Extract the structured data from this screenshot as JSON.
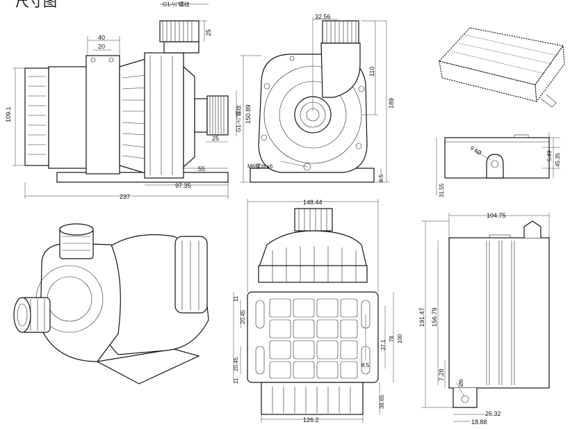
{
  "header": {
    "title_fragment": "尺寸图"
  },
  "side_view": {
    "thread_top": "G1-¼\"螺纹",
    "thread_side": "G1-¼\"螺纹",
    "dim_top_width": "40",
    "dim_inner_width": "20",
    "dim_outlet_height": "25",
    "dim_height": "109.1",
    "dim_inlet_length": "25",
    "dim_55": "55",
    "dim_97_35": "97.35",
    "dim_total_length": "237"
  },
  "front_view": {
    "dim_offset": "32.56",
    "dim_110": "110",
    "dim_189": "189",
    "dim_150_89": "150.89",
    "mount_note": "M6螺丝×6",
    "dim_base_thick": "6.5"
  },
  "bottom_view": {
    "dim_top_width": "148.44",
    "dim_11_top": "11",
    "dim_20_45_top": "20.45",
    "dim_20_45_bottom": "20.45",
    "dim_11_bottom": "11",
    "dim_37_1": "37.1",
    "dim_78": "78",
    "dim_100": "100",
    "dim_8_5": "8.5",
    "dim_38_65": "38.65",
    "dim_base_width": "126.2"
  },
  "controller_side": {
    "dim_hole": "9 6Ø",
    "dim_5_49": "5.49",
    "dim_45_35": "45.35",
    "dim_31_55": "31.55"
  },
  "controller_top": {
    "dim_width": "104.75",
    "dim_156_79": "156.79",
    "dim_191_47": "191.47",
    "dim_7_28": "7.28",
    "dim_hole": "Ø6",
    "dim_26_32": "26.32",
    "dim_18_88": "18.88"
  }
}
